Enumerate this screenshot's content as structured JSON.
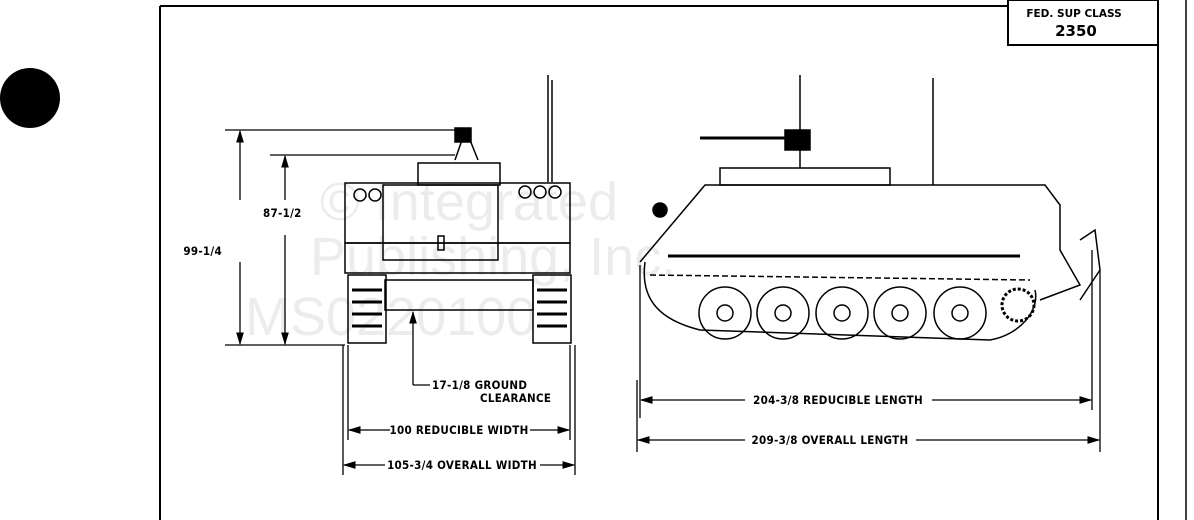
{
  "class_box": {
    "label": "FED. SUP CLASS",
    "value": "2350"
  },
  "front_view": {
    "overall_height": "99-1/4",
    "height": "87-1/2",
    "ground_clearance_line1": "17-1/8 GROUND",
    "ground_clearance_line2": "CLEARANCE",
    "reducible_width": "100 REDUCIBLE WIDTH",
    "overall_width": "105-3/4 OVERALL WIDTH"
  },
  "side_view": {
    "reducible_length": "204-3/8 REDUCIBLE LENGTH",
    "overall_length": "209-3/8 OVERALL LENGTH"
  },
  "watermark": {
    "line1": "© Integrated",
    "line2": "Publishing, Inc.",
    "line3": "MS0220100"
  }
}
